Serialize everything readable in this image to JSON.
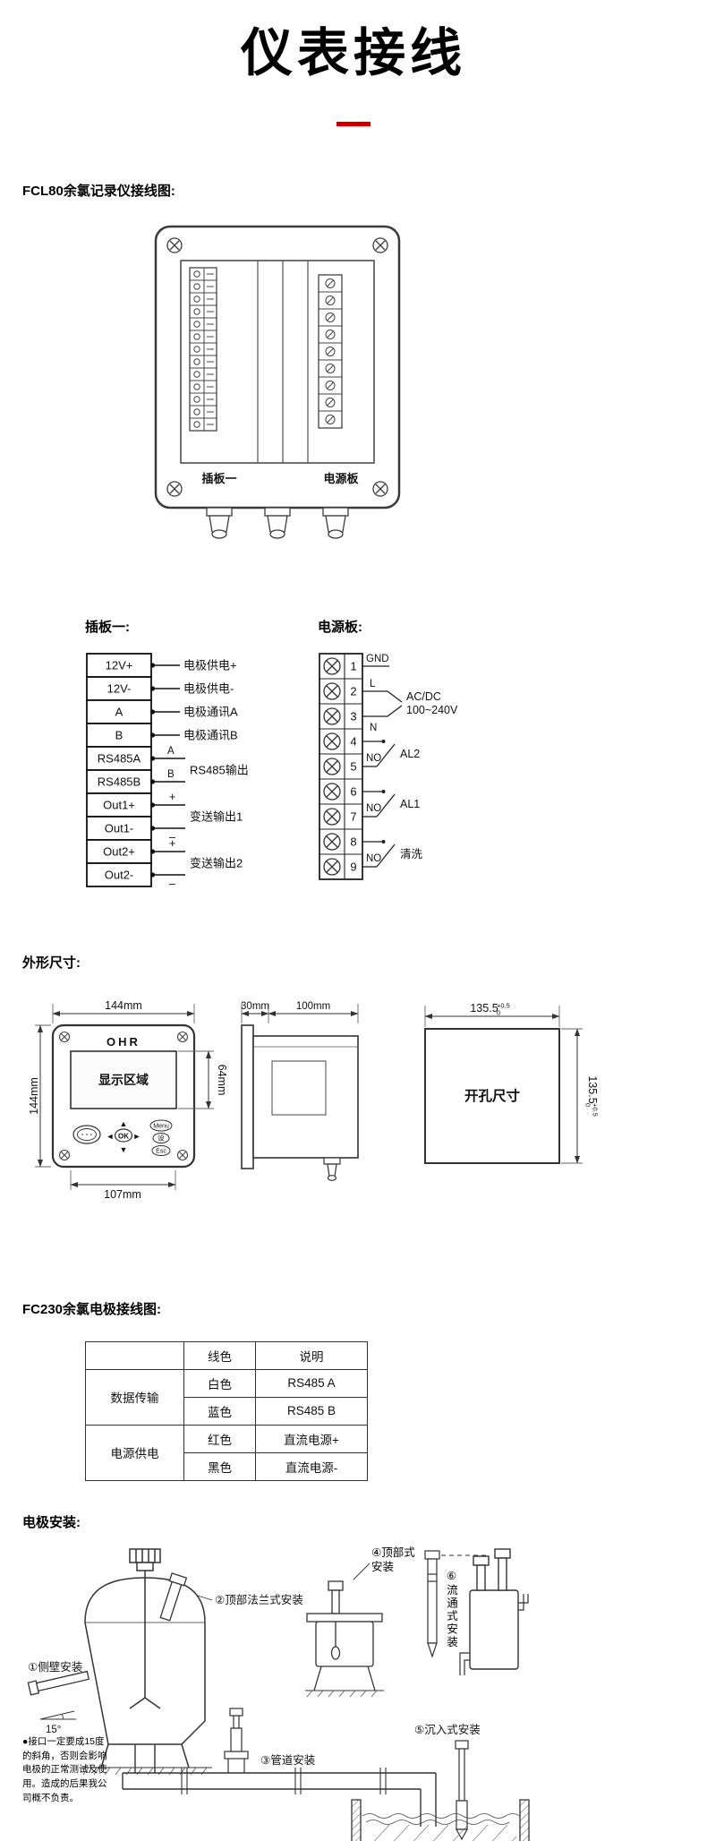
{
  "page": {
    "title": "仪表接线",
    "accent": "#c00000"
  },
  "fcl80": {
    "heading": "FCL80余氯记录仪接线图:",
    "board1_label": "插板一",
    "power_label": "电源板"
  },
  "board1": {
    "heading": "插板一:",
    "terminals": [
      {
        "label": "12V+"
      },
      {
        "label": "12V-"
      },
      {
        "label": "A"
      },
      {
        "label": "B"
      },
      {
        "label": "RS485A"
      },
      {
        "label": "RS485B"
      },
      {
        "label": "Out1+"
      },
      {
        "label": "Out1-"
      },
      {
        "label": "Out2+"
      },
      {
        "label": "Out2-"
      }
    ],
    "descs": {
      "d0": "电极供电+",
      "d1": "电极供电-",
      "d2": "电极通讯A",
      "d3": "电极通讯B",
      "rs485": "RS485输出",
      "out1": "变送输出1",
      "out2": "变送输出2",
      "sub_a": "A",
      "sub_b": "B",
      "plus": "+",
      "minus": "–"
    }
  },
  "power": {
    "heading": "电源板:",
    "numbers": [
      "1",
      "2",
      "3",
      "4",
      "5",
      "6",
      "7",
      "8",
      "9"
    ],
    "gnd": "GND",
    "live": "L",
    "neutral": "N",
    "acdc_line1": "AC/DC",
    "acdc_line2": "100~240V",
    "no": "NO",
    "al2": "AL2",
    "al1": "AL1",
    "clean": "清洗"
  },
  "dims": {
    "heading": "外形尺寸:",
    "front": {
      "width": "144mm",
      "height": "144mm",
      "brand": "OHR",
      "screen": "显示区域",
      "screen_height": "64mm",
      "bottom_width": "107mm",
      "ok": "OK",
      "menu": "Menu",
      "set": "设",
      "esc": "Esc",
      "up": "▲",
      "down": "▼",
      "left": "◄",
      "right": "►"
    },
    "side": {
      "depth1": "30mm",
      "depth2": "100mm"
    },
    "cutout": {
      "label": "开孔尺寸",
      "size": "135.5",
      "tol_plus": "+0.5",
      "tol_zero": "0"
    }
  },
  "fc230": {
    "heading": "FC230余氯电极接线图:",
    "col_color": "线色",
    "col_desc": "说明",
    "groups": [
      {
        "name": "数据传输",
        "rows": [
          {
            "color": "白色",
            "desc": "RS485 A"
          },
          {
            "color": "蓝色",
            "desc": "RS485 B"
          }
        ]
      },
      {
        "name": "电源供电",
        "rows": [
          {
            "color": "红色",
            "desc": "直流电源+"
          },
          {
            "color": "黑色",
            "desc": "直流电源-"
          }
        ]
      }
    ]
  },
  "install": {
    "heading": "电极安装:",
    "side_wall": "①侧壁安装",
    "top_flange": "②顶部法兰式安装",
    "pipe": "③管道安装",
    "top": "④顶部式安装",
    "submerged": "⑤沉入式安装",
    "flow": "⑥流通式安装",
    "angle": "15°",
    "note": "●接口一定要成15度的斜角，否则会影响电极的正常测试及使用。造成的后果我公司概不负责。"
  }
}
